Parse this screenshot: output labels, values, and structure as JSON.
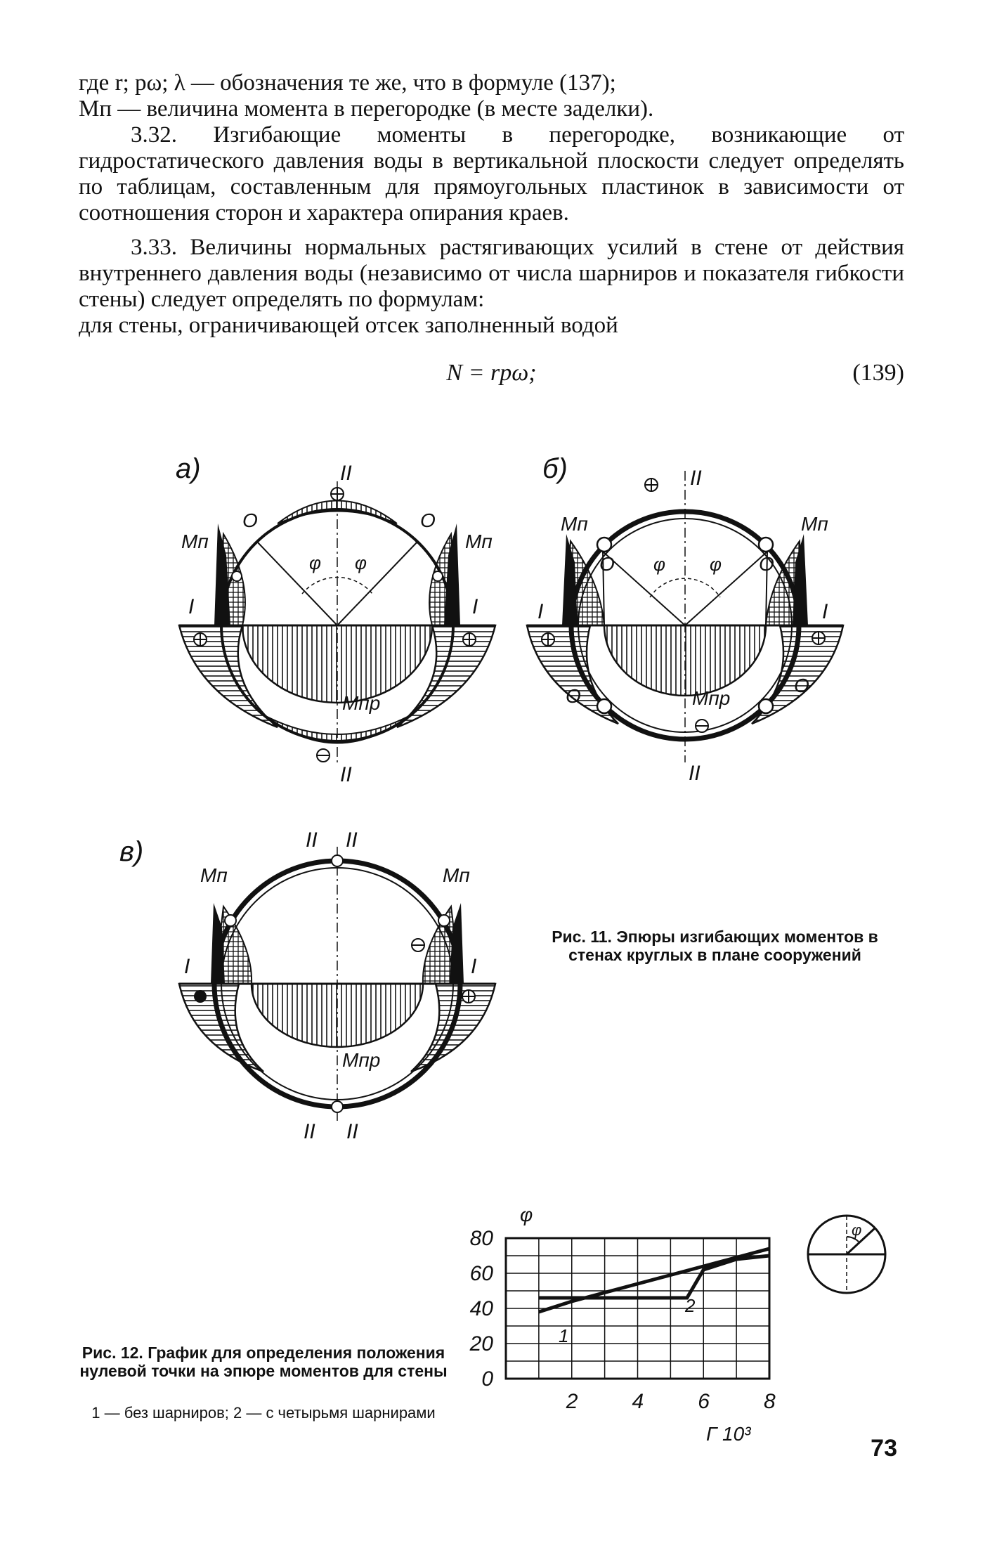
{
  "text": {
    "line1": "где r; pω; λ — обозначения те же, что в формуле (137);",
    "line2": "Mп — величина момента в перегородке (в месте заделки).",
    "p332": "3.32. Изгибающие моменты в перегородке, возникающие от гидростатического давления воды в вертикальной плоскости следует определять по таблицам, составленным для прямоугольных пластинок в зависимости от соотношения сторон и характера опирания краев.",
    "p333": "3.33. Величины нормальных растягивающих усилий в стене от действия внутреннего давления воды (независимо от числа шарниров и показателя гибкости стены) следует определять по формулам:",
    "p333b": "для стены, ограничивающей отсек заполненный водой"
  },
  "equation": {
    "formula": "N = rpω;",
    "number": "(139)"
  },
  "fig11": {
    "panel_a": "а)",
    "panel_b": "б)",
    "panel_v": "в)",
    "label_II": "II",
    "label_I": "I",
    "label_O": "О",
    "label_Mp": "Mп",
    "label_Mpr": "Mпр",
    "label_phi": "φ",
    "plus": "⊕",
    "minus": "⊖",
    "caption": "Рис. 11. Эпюры изгибающих моментов в стенах круглых в плане сооружений"
  },
  "fig12": {
    "caption": "Рис. 12. График для определения положения нулевой точки на эпюре моментов для стены",
    "legend": "1 — без шарниров; 2 — с четырьмя шарнирами",
    "inset_label": "φ"
  },
  "chart_data": {
    "type": "line",
    "ylabel": "φ",
    "xlabel": "Г 10³",
    "xticks": [
      "2",
      "4",
      "6",
      "8"
    ],
    "yticks": [
      "0",
      "20",
      "40",
      "60",
      "80"
    ],
    "xlim": [
      0,
      8
    ],
    "ylim": [
      0,
      80
    ],
    "grid": true,
    "series": [
      {
        "name": "1",
        "x": [
          1,
          2,
          3,
          4,
          5,
          6,
          7,
          8
        ],
        "y": [
          38,
          44,
          49,
          54,
          59,
          64,
          69,
          74
        ]
      },
      {
        "name": "2",
        "x": [
          1,
          2,
          3,
          4,
          5,
          5.5,
          6,
          7,
          8
        ],
        "y": [
          46,
          46,
          46,
          46,
          46,
          46,
          62,
          68,
          70
        ]
      }
    ]
  },
  "page_number": "73"
}
